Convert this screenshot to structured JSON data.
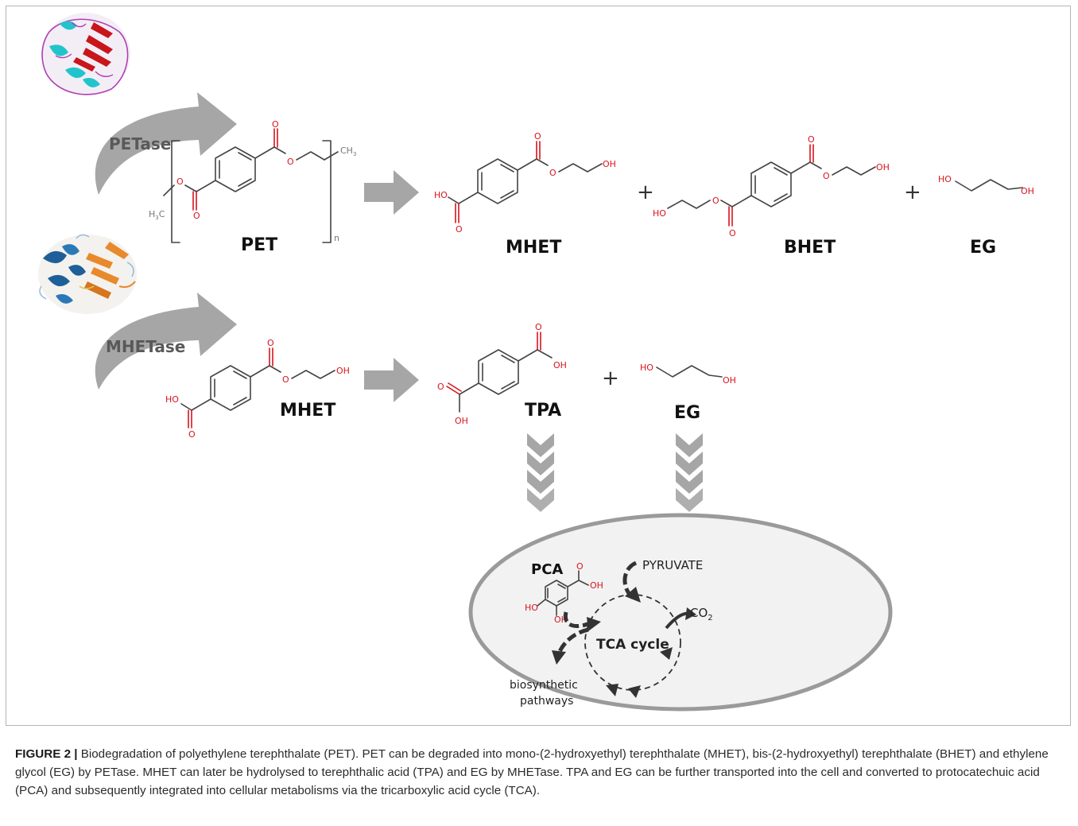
{
  "enzymes": {
    "petase": "PETase",
    "mhetase": "MHETase"
  },
  "compounds": {
    "pet": "PET",
    "mhet_top": "MHET",
    "bhet": "BHET",
    "eg_top": "EG",
    "mhet_bottom": "MHET",
    "tpa": "TPA",
    "eg_bottom": "EG",
    "pca": "PCA"
  },
  "atoms": {
    "o": "O",
    "oh": "OH",
    "ho": "HO",
    "ch3": "CH",
    "ch3_sub": "3",
    "h3c": "H",
    "h3c_sub": "3",
    "h3c_c": "C",
    "n": "n"
  },
  "operators": {
    "plus": "+"
  },
  "cell": {
    "pyruvate": "PYRUVATE",
    "co2": "CO",
    "co2_sub": "2",
    "tca": "TCA cycle",
    "biosynthetic_1": "biosynthetic",
    "biosynthetic_2": "pathways"
  },
  "caption": {
    "label": "FIGURE 2 |",
    "text": " Biodegradation of polyethylene terephthalate (PET). PET can be degraded into mono-(2-hydroxyethyl) terephthalate (MHET), bis-(2-hydroxyethyl) terephthalate (BHET) and ethylene glycol (EG) by PETase. MHET can later be hydrolysed to terephthalic acid (TPA) and EG by MHETase. TPA and EG can be further transported into the cell and converted to protocatechuic acid (PCA) and subsequently integrated into cellular metabolisms via the tricarboxylic acid cycle (TCA)."
  },
  "colors": {
    "arrow_grey": "#a6a6a6",
    "heteroatom_red": "#d9141d",
    "petase_helix": "#22c4cc",
    "petase_sheet": "#c8161b",
    "mhetase_blue": "#1f5f99",
    "mhetase_orange": "#e8892c"
  }
}
